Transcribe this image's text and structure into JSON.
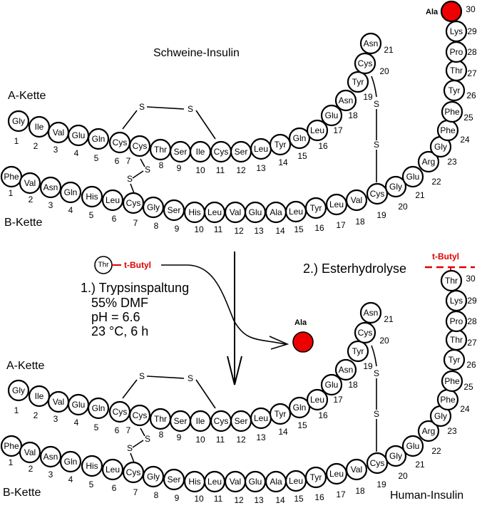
{
  "colors": {
    "removed_residue": "#ee0000",
    "protecting_group": "#e00000",
    "outline": "#000000",
    "background": "#ffffff"
  },
  "top": {
    "title": "Schweine-Insulin",
    "a_chain_label": "A-Kette",
    "b_chain_label": "B-Kette",
    "a_chain": [
      "Gly",
      "Ile",
      "Val",
      "Glu",
      "Gln",
      "Cys",
      "Cys",
      "Thr",
      "Ser",
      "Ile",
      "Cys",
      "Ser",
      "Leu",
      "Tyr",
      "Gln",
      "Leu",
      "Glu",
      "Asn",
      "Tyr",
      "Cys",
      "Asn"
    ],
    "b_chain": [
      "Phe",
      "Val",
      "Asn",
      "Gln",
      "His",
      "Leu",
      "Cys",
      "Gly",
      "Ser",
      "His",
      "Leu",
      "Val",
      "Glu",
      "Ala",
      "Leu",
      "Tyr",
      "Leu",
      "Val",
      "Cys",
      "Gly",
      "Glu",
      "Arg",
      "Gly",
      "Phe",
      "Phe",
      "Tyr",
      "Thr",
      "Pro",
      "Lys",
      "Ala"
    ],
    "terminal_residue_label": "Ala",
    "terminal_residue_number": "30"
  },
  "reaction": {
    "reagent_residue": "Thr",
    "protecting_group": "t-Butyl",
    "step1_title": "1.) Trypsinspaltung",
    "step1_conditions": [
      "55% DMF",
      "pH = 6.6",
      "23 °C, 6 h"
    ],
    "released_residue": "Ala",
    "step2_title": "2.) Esterhydrolyse",
    "step2_group": "t-Butyl"
  },
  "bottom": {
    "title": "Human-Insulin",
    "a_chain_label": "A-Kette",
    "b_chain_label": "B-Kette",
    "a_chain": [
      "Gly",
      "Ile",
      "Val",
      "Glu",
      "Gln",
      "Cys",
      "Cys",
      "Thr",
      "Ser",
      "Ile",
      "Cys",
      "Ser",
      "Leu",
      "Tyr",
      "Gln",
      "Leu",
      "Glu",
      "Asn",
      "Tyr",
      "Cys",
      "Asn"
    ],
    "b_chain": [
      "Phe",
      "Val",
      "Asn",
      "Gln",
      "His",
      "Leu",
      "Cys",
      "Gly",
      "Ser",
      "His",
      "Leu",
      "Val",
      "Glu",
      "Ala",
      "Leu",
      "Tyr",
      "Leu",
      "Val",
      "Cys",
      "Gly",
      "Glu",
      "Arg",
      "Gly",
      "Phe",
      "Phe",
      "Tyr",
      "Thr",
      "Pro",
      "Lys",
      "Thr"
    ]
  },
  "disulfide_label": "S"
}
